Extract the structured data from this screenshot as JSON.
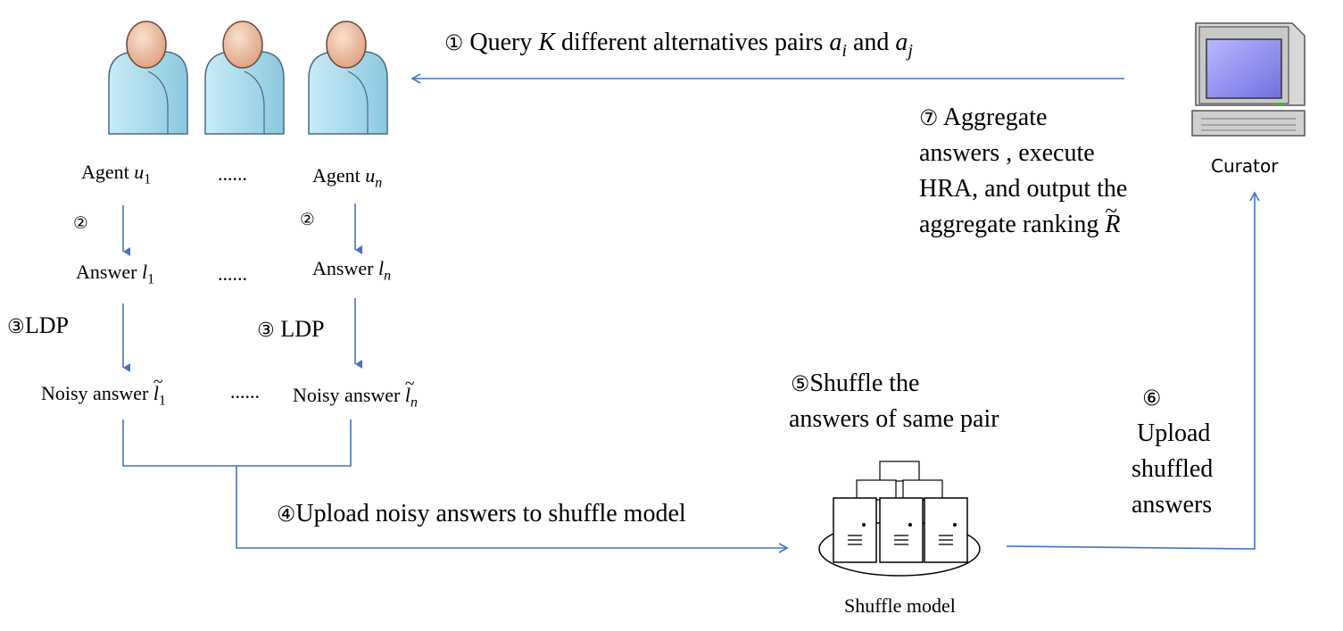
{
  "step1": {
    "circle": "①",
    "prefix": "Query ",
    "k": "K",
    "middle": " different alternatives pairs ",
    "ai": "a",
    "ai_sub": "i",
    "and": " and ",
    "aj": "a",
    "aj_sub": "j"
  },
  "step7": {
    "circle": "⑦",
    "line1": "Aggregate",
    "line2": "answers , execute",
    "line3": "HRA, and output the",
    "line4": "aggregate ranking ",
    "r": "R"
  },
  "curator_label": "Curator",
  "agent1": {
    "prefix": "Agent ",
    "var": "u",
    "sub": "1"
  },
  "agentn": {
    "prefix": "Agent ",
    "var": "u",
    "sub": "n"
  },
  "ellipsis": "......",
  "step2": {
    "circle": "②"
  },
  "answer1": {
    "prefix": "Answer ",
    "var": "l",
    "sub": "1"
  },
  "answern": {
    "prefix": "Answer ",
    "var": "l",
    "sub": "n"
  },
  "step3": {
    "circle": "③",
    "label": "LDP"
  },
  "noisy1": {
    "prefix": "Noisy answer ",
    "var": "l",
    "sub": "1"
  },
  "noisyn": {
    "prefix": "Noisy answer ",
    "var": "l",
    "sub": "n"
  },
  "step4": {
    "circle": "④",
    "label": "Upload noisy answers  to shuffle model"
  },
  "step5": {
    "circle": "⑤",
    "line1": "Shuffle the",
    "line2": "answers of same pair"
  },
  "step6": {
    "circle": "⑥",
    "line1": "Upload",
    "line2": "shuffled",
    "line3": "answers"
  },
  "shuffle_label": "Shuffle model",
  "colors": {
    "arrow": "#4472C4",
    "person_body": "#a9d8ea",
    "person_head": "#f0c0a0",
    "monitor_screen": "#9090e8"
  },
  "icons": [
    "person-icon",
    "computer-icon",
    "server-cluster-icon"
  ]
}
